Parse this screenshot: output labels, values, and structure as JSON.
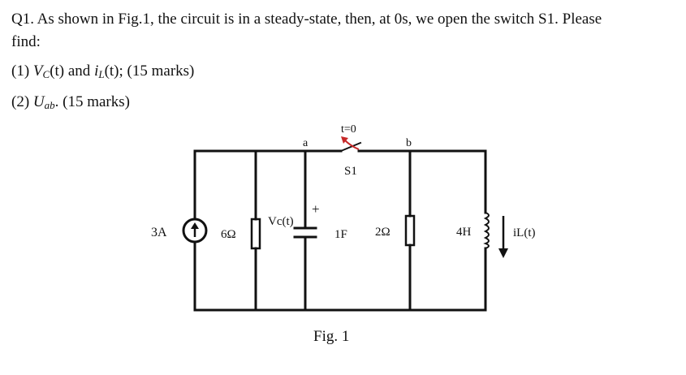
{
  "question": {
    "intro": "Q1. As shown in Fig.1, the circuit is in a steady-state, then, at 0s, we open the switch S1. Please",
    "intro_cont": "find:",
    "part1_prefix": "(1) ",
    "part1_vc": "V",
    "part1_vc_sub": "C",
    "part1_mid": "(t) and ",
    "part1_il": "i",
    "part1_il_sub": "L",
    "part1_suffix": "(t); (15 marks)",
    "part2_prefix": "(2) ",
    "part2_u": "U",
    "part2_u_sub": "ab",
    "part2_suffix": ". (15 marks)"
  },
  "figure": {
    "source_label": "3A",
    "r1_label": "6Ω",
    "cap_voltage_label": "Vc(t)",
    "cap_plus": "+",
    "cap_label": "1F",
    "node_a": "a",
    "node_b": "b",
    "switch_time": "t=0",
    "switch_name": "S1",
    "r2_label": "2Ω",
    "inductor_label": "4H",
    "inductor_current_label": "iL(t)",
    "caption": "Fig. 1"
  }
}
